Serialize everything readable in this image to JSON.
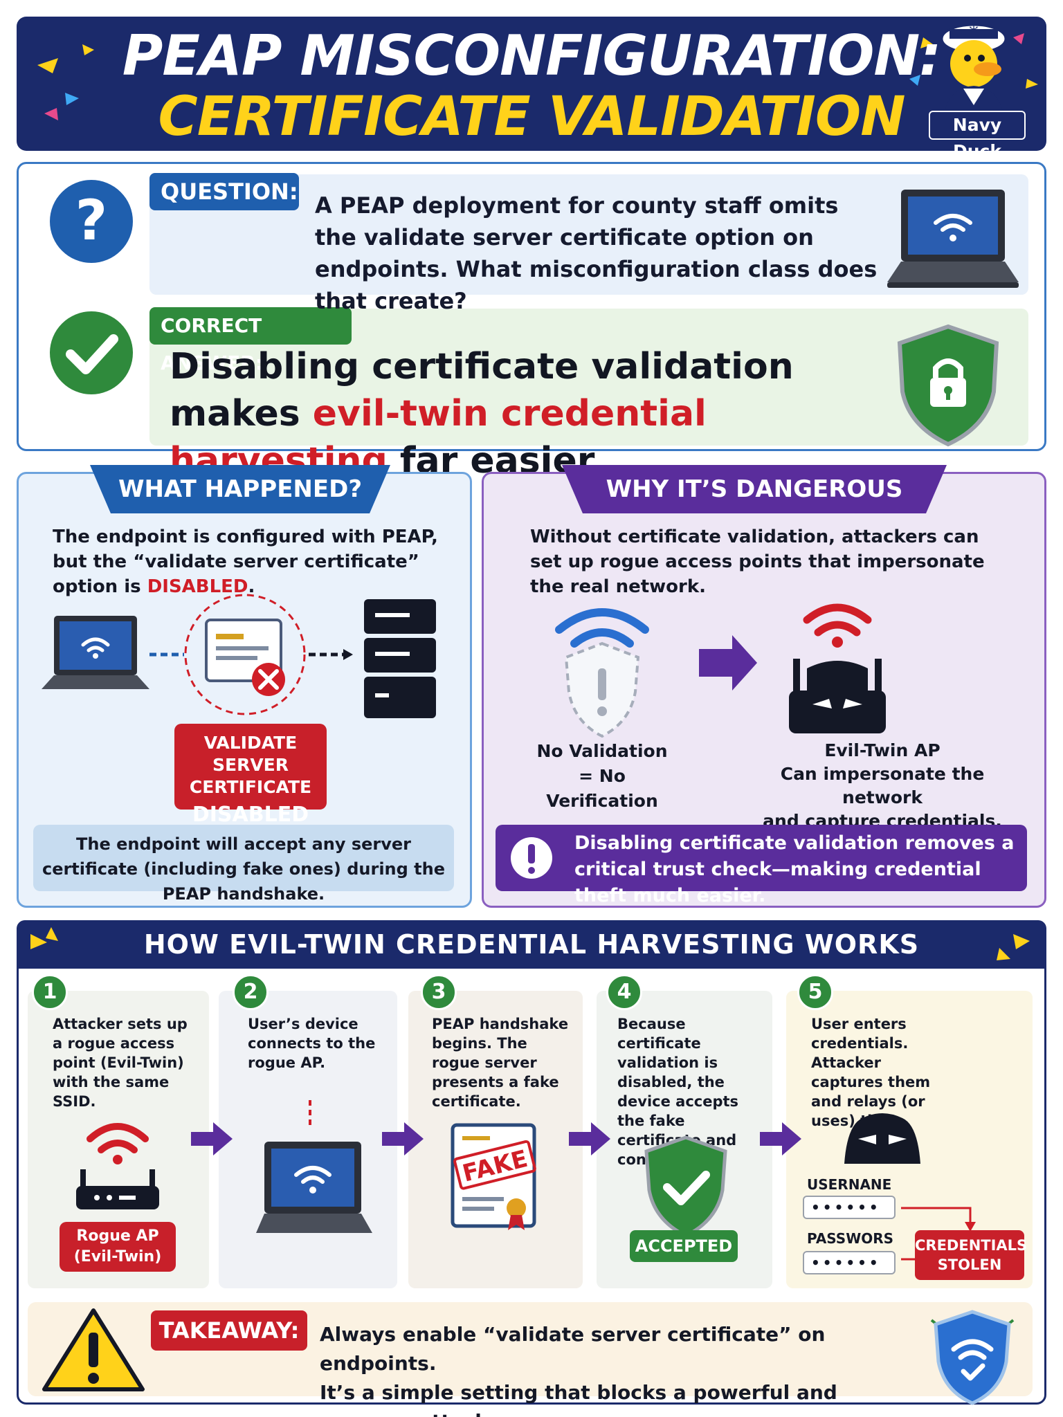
{
  "header": {
    "title_line1": "PEAP MISCONFIGURATION:",
    "title_line2": "CERTIFICATE VALIDATION DISABLED",
    "mascot_label": "Navy Duck"
  },
  "question": {
    "tag": "QUESTION:",
    "text": "A PEAP deployment for county staff omits the validate server certificate option on endpoints. What misconfiguration class does that create?"
  },
  "answer": {
    "tag": "CORRECT ANSWER:",
    "text_before": "Disabling certificate validation makes ",
    "text_highlight": "evil-twin credential harvesting",
    "text_after": " far easier."
  },
  "what_happened": {
    "heading": "WHAT HAPPENED?",
    "text_before": "The endpoint is configured with PEAP, but the “validate server certificate” option is ",
    "text_highlight": "DISABLED",
    "text_after": ".",
    "badge_line1": "VALIDATE SERVER",
    "badge_line2": "CERTIFICATE",
    "badge_line3": "DISABLED",
    "note": "The endpoint will accept any server certificate (including fake ones) during the PEAP handshake."
  },
  "why_dangerous": {
    "heading": "WHY IT’S DANGEROUS",
    "text": "Without certificate validation, attackers can set up rogue access points that impersonate the real network.",
    "left_line1": "No Validation",
    "left_line2": "= No Verification",
    "right_line1": "Evil-Twin AP",
    "right_line2": "Can impersonate the network",
    "right_line3": "and capture credentials.",
    "warning": "Disabling certificate validation removes a critical trust check—making credential theft much easier."
  },
  "how_it_works": {
    "heading": "HOW EVIL-TWIN CREDENTIAL HARVESTING WORKS",
    "steps": [
      {
        "num": "1",
        "text": "Attacker sets up a rogue access point (Evil-Twin) with the same SSID."
      },
      {
        "num": "2",
        "text": "User’s device connects to the rogue AP."
      },
      {
        "num": "3",
        "text": "PEAP handshake begins. The rogue server presents a fake certificate."
      },
      {
        "num": "4",
        "text": "Because certificate validation is disabled, the device accepts the fake certificate and continues."
      },
      {
        "num": "5",
        "text": "User enters credentials. Attacker captures them and relays (or uses) them."
      }
    ],
    "rogue_line1": "Rogue AP",
    "rogue_line2": "(Evil-Twin)",
    "fake_stamp": "FAKE",
    "accepted": "ACCEPTED",
    "username_label": "USERNANE",
    "username_value": "••••••",
    "password_label": "PASSWORS",
    "password_value": "••••••",
    "stolen_line1": "CREDENTIALS",
    "stolen_line2": "STOLEN"
  },
  "takeaway": {
    "tag": "TAKEAWAY:",
    "line1": "Always enable “validate server certificate” on endpoints.",
    "line2": "It’s a simple setting that blocks a powerful and common attack."
  },
  "colors": {
    "navy": "#1b2a6b",
    "gold": "#ffd21a",
    "blue": "#1f5fae",
    "green": "#2f8a3c",
    "red": "#c8202a",
    "purple": "#5a2d9c"
  }
}
